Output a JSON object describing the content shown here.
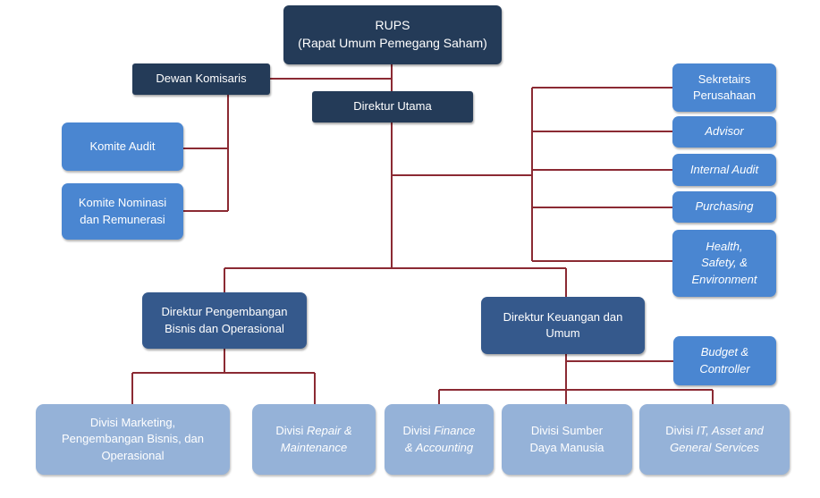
{
  "org_chart": {
    "rups": {
      "line1": "RUPS",
      "line2": "(Rapat Umum Pemegang Saham)"
    },
    "dewan_komisaris": "Dewan Komisaris",
    "direktur_utama": "Direktur Utama",
    "komite_audit": "Komite Audit",
    "komite_nominasi": "Komite Nominasi\ndan Remunerasi",
    "sekretaris": "Sekretairs\nPerusahaan",
    "advisor": "Advisor",
    "internal_audit": "Internal Audit",
    "purchasing": "Purchasing",
    "hse": "Health,\nSafety, &\nEnvironment",
    "direktur_pengembangan": "Direktur Pengembangan\nBisnis dan Operasional",
    "direktur_keuangan": "Direktur Keuangan dan\nUmum",
    "budget": "Budget &\nController",
    "divisi_marketing": "Divisi Marketing,\nPengembangan Bisnis, dan\nOperasional",
    "divisi_repair": {
      "prefix": "Divisi ",
      "italic": "Repair &\nMaintenance"
    },
    "divisi_finance": {
      "prefix": "Divisi ",
      "italic": "Finance\n& Accounting"
    },
    "divisi_sdm": "Divisi Sumber\nDaya Manusia",
    "divisi_it": {
      "prefix": "Divisi ",
      "italic": "IT, Asset and\nGeneral Services"
    }
  },
  "colors": {
    "connector": "#8b2a33",
    "top_level": "#243b58",
    "director": "#35598c",
    "support": "#4a86d1",
    "division": "#95b2d8"
  }
}
